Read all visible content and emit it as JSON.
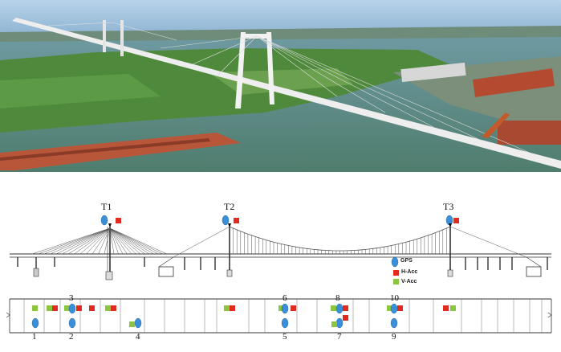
{
  "photo": {
    "colors": {
      "sky": "#8fb7d9",
      "water": "#5f8e86",
      "land": "#4f8a3c",
      "ship": "#b44a2f",
      "deck": "#e8e8e8"
    }
  },
  "diagram": {
    "towers": [
      {
        "label": "T1"
      },
      {
        "label": "T2"
      },
      {
        "label": "T3"
      }
    ],
    "legend": [
      {
        "label": "GPS",
        "icon": "gps-ellipse-icon",
        "color": "#3a8fd8"
      },
      {
        "label": "H-Acc",
        "icon": "h-acc-square-icon",
        "color": "#e02b20"
      },
      {
        "label": "V-Acc",
        "icon": "v-acc-square-icon",
        "color": "#8cc63f"
      }
    ],
    "sensor_numbers": [
      "1",
      "2",
      "3",
      "4",
      "5",
      "6",
      "7",
      "8",
      "9",
      "10"
    ]
  }
}
